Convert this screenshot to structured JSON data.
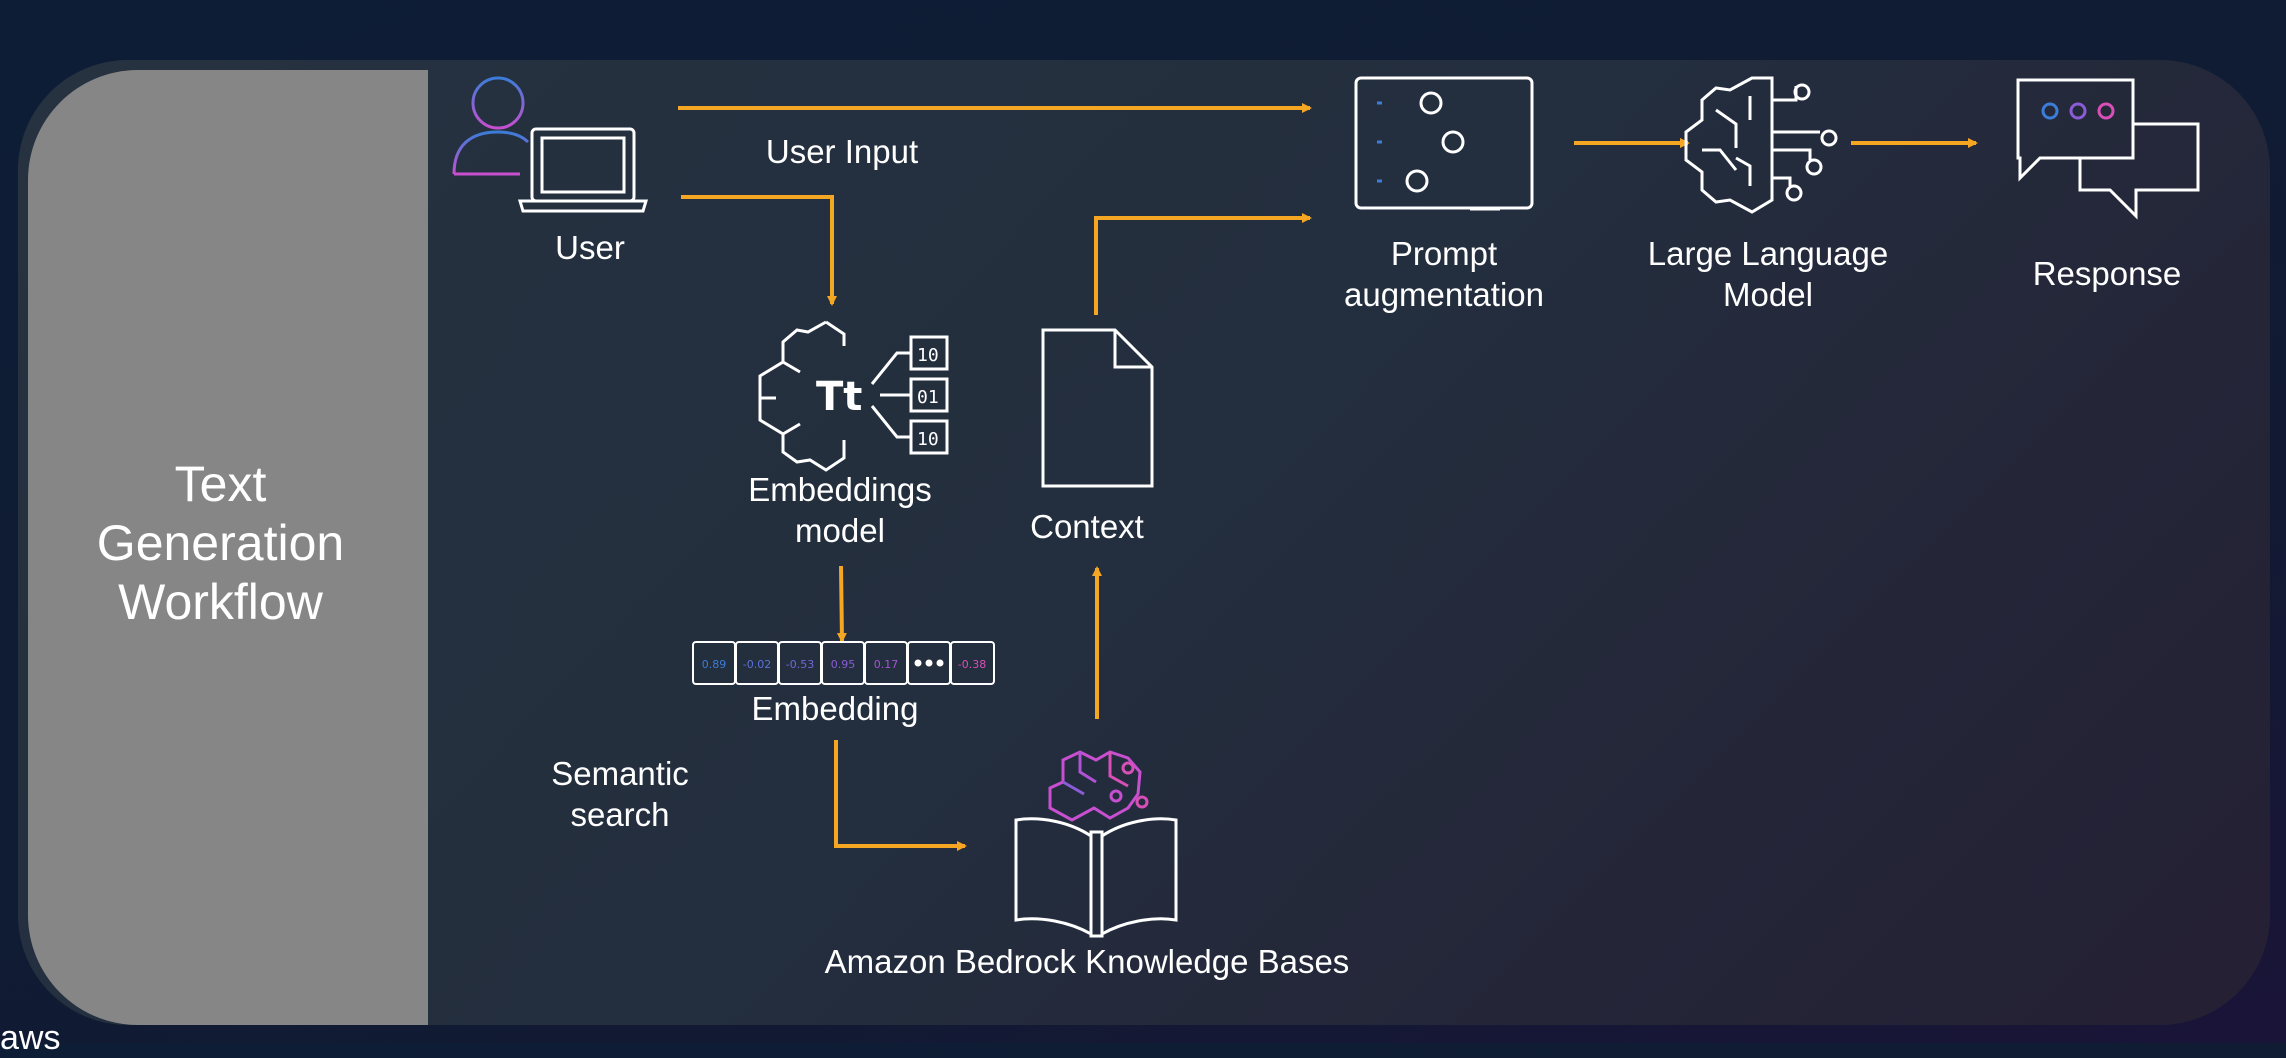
{
  "sidebar": {
    "title": "Text\nGeneration\nWorkflow"
  },
  "footer": {
    "brand": "aws"
  },
  "nodes": {
    "user": "User",
    "user_input": "User Input",
    "embeddings_model": "Embeddings\nmodel",
    "context": "Context",
    "embedding": "Embedding",
    "semantic_search": "Semantic\nsearch",
    "knowledge_bases": "Amazon Bedrock Knowledge Bases",
    "prompt_augmentation": "Prompt\naugmentation",
    "llm": "Large Language\nModel",
    "response": "Response"
  },
  "embedding_vector": [
    "0.89",
    "-0.02",
    "-0.53",
    "0.95",
    "0.17",
    "-0.38"
  ],
  "embeddings_icon_text": "Tt",
  "colors": {
    "arrow": "#f5a623",
    "line": "#ffffff",
    "blue": "#3b7dd8",
    "purple": "#8a5cd6",
    "pink": "#c74fd0",
    "magenta": "#d84fb8"
  }
}
